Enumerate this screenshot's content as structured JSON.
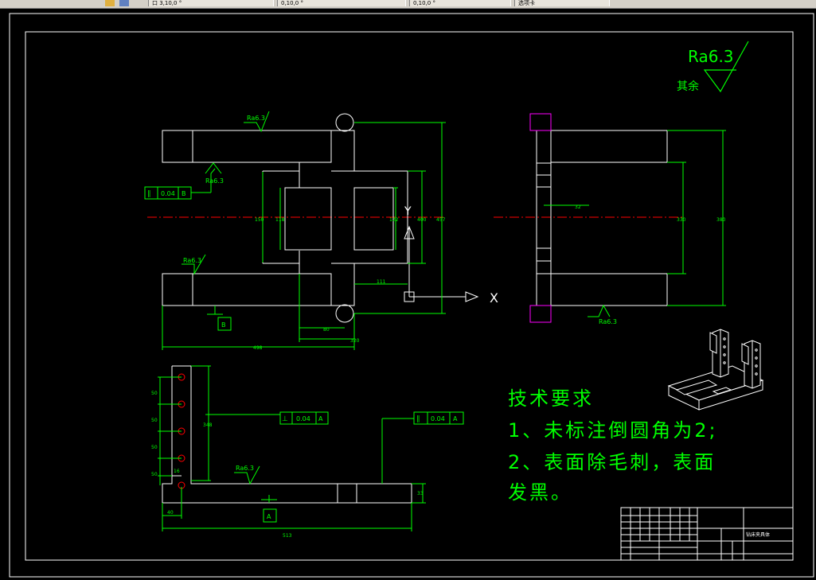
{
  "toolbar": {
    "tabs": [
      "口 3,10,0 °",
      "0,10,0 °",
      "0,10,0 °",
      "选项卡"
    ]
  },
  "surface": {
    "topright_value": "Ra6.3",
    "topright_rest": "其余",
    "ra_label": "Ra6.3",
    "parallel_tolerance": "0.04",
    "datum_b": "B",
    "datum_a": "A",
    "perp_tolerance": "0.04",
    "axis_y": "Y",
    "axis_x": "X"
  },
  "dims": {
    "top_overall": "498",
    "top_mid": "320",
    "top_small": "80",
    "top_111": "111",
    "left_150": "150",
    "left_118": "118",
    "right_122": "122",
    "right_400": "400",
    "right_457": "457",
    "side_32": "32",
    "side_330": "330",
    "side_380": "380",
    "front_len": "513",
    "front_h": "348",
    "front_40": "40",
    "front_16": "16",
    "front_33": "33",
    "front_vals": [
      "50",
      "50",
      "50",
      "50"
    ]
  },
  "tech": {
    "title": "技术要求",
    "line1": "1、未标注倒圆角为2;",
    "line2": "2、表面除毛刺，表面",
    "line3": "发黑。"
  },
  "titleblock": {
    "name": "钻床夹具体"
  },
  "colors": {
    "bg": "#000000",
    "line": "#ffffff",
    "dim": "#00ff00",
    "center": "#ff0000",
    "magenta": "#ff00ff"
  }
}
